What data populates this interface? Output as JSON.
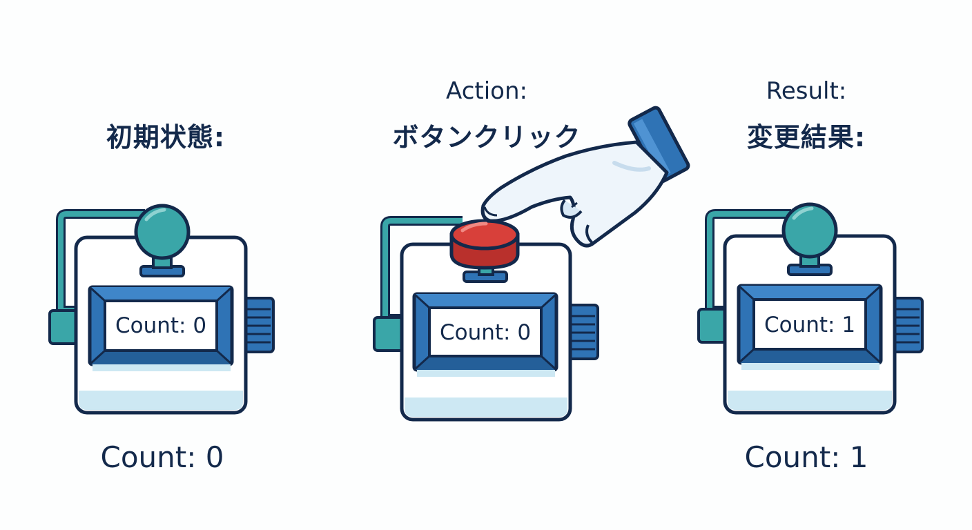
{
  "panels": {
    "initial": {
      "title": "初期状態:",
      "display_label": "Count: 0",
      "caption": "Count: 0"
    },
    "action": {
      "title_line1": "Action:",
      "title_line2": "ボタンクリック",
      "display_label": "Count: 0"
    },
    "result": {
      "title_line1": "Result:",
      "title_line2": "変更結果:",
      "display_label": "Count: 1",
      "caption": "Count: 1"
    }
  },
  "colors": {
    "outline": "#13294b",
    "teal": "#3aa6a8",
    "blue": "#2f73b5",
    "light_blue": "#cde8f3",
    "red_button": "#d8403a",
    "hand_fill": "#eef5fb"
  },
  "icons": {
    "counter": "tally-counter-icon",
    "hand": "pointing-hand-icon",
    "button": "red-push-button-icon"
  }
}
